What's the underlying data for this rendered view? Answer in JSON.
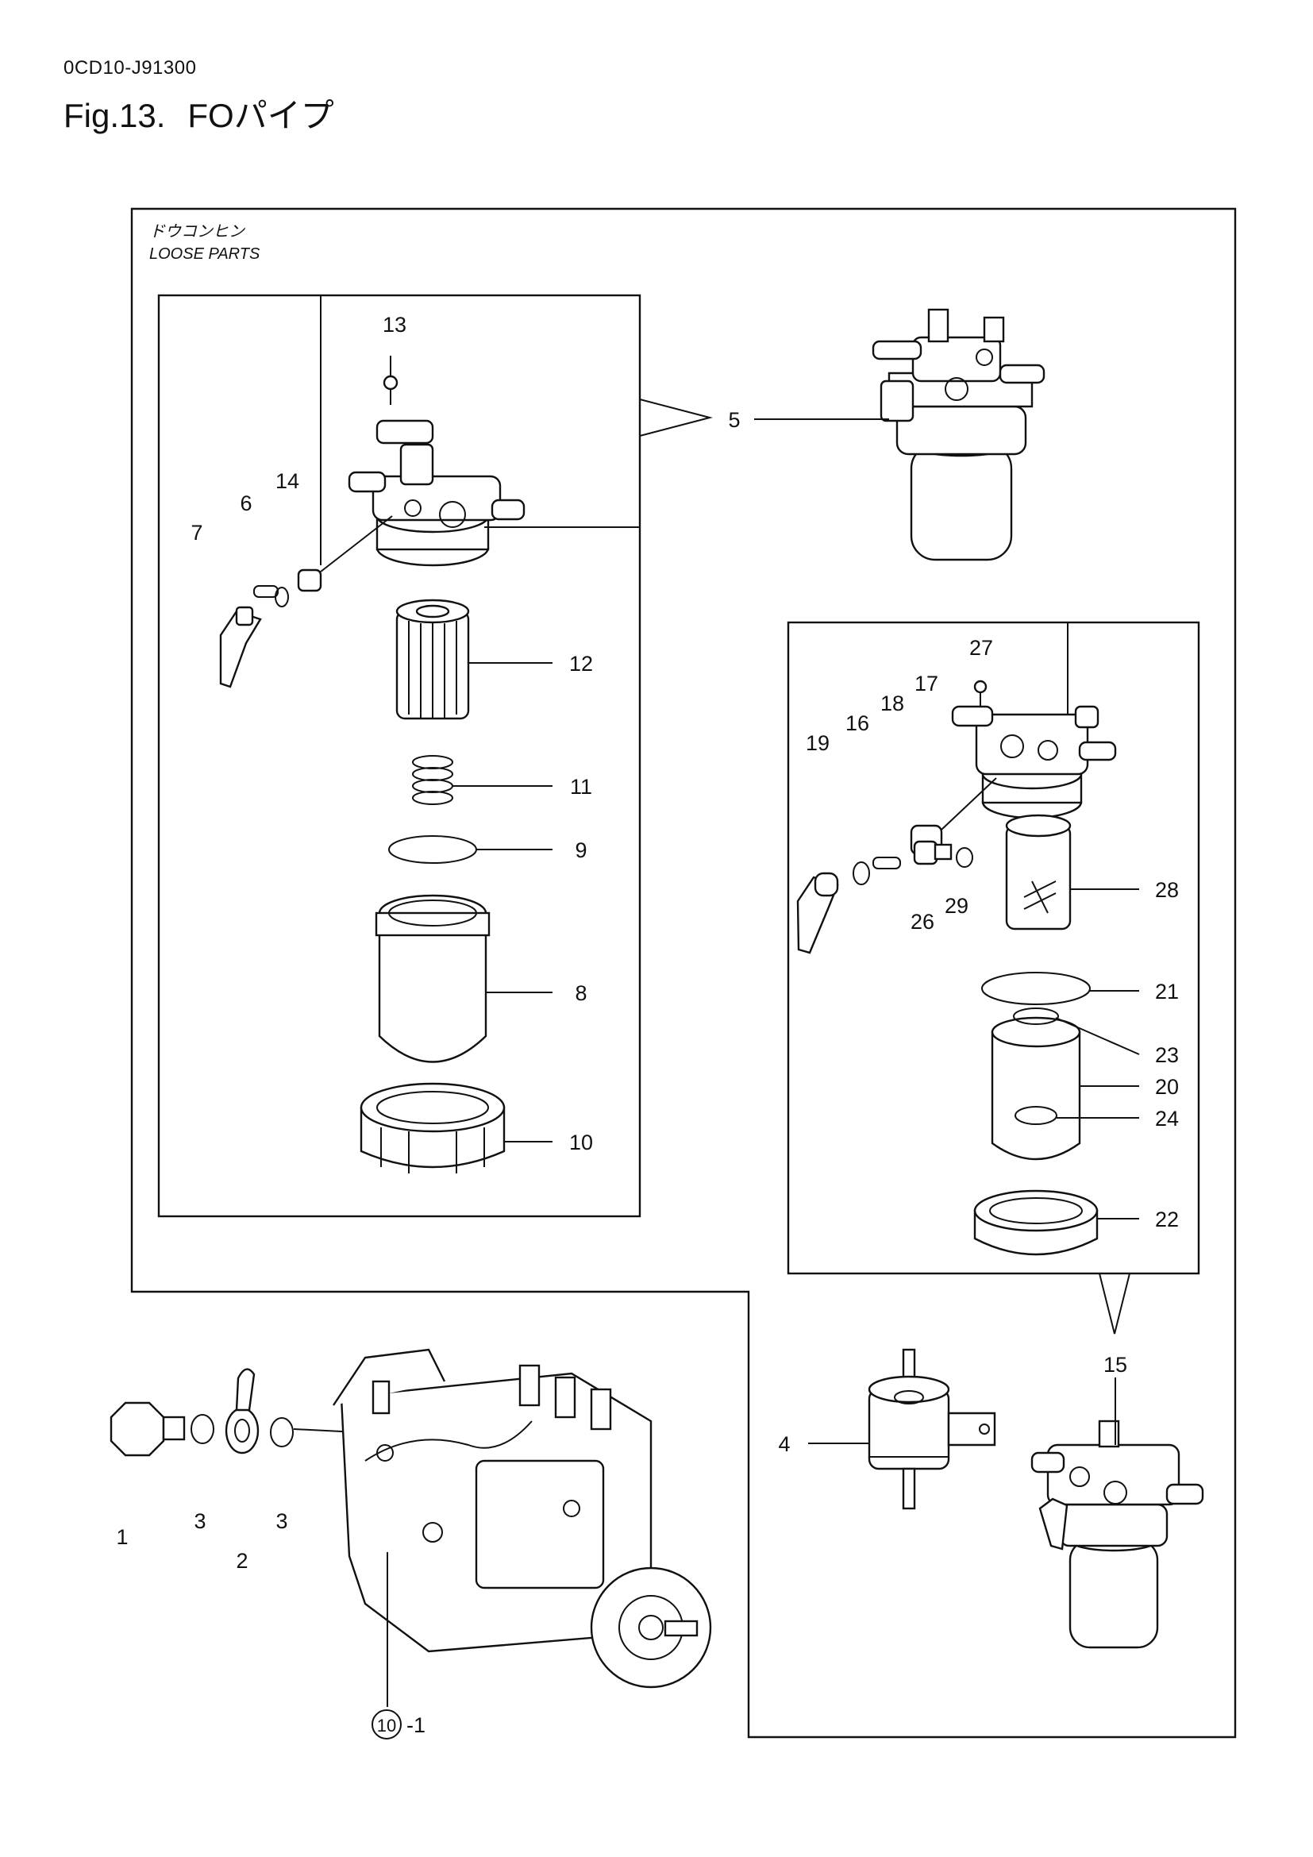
{
  "header": {
    "doc_code": "0CD10-J91300",
    "fig_number": "Fig.13.",
    "fig_title": "FOパイプ"
  },
  "loose_parts": {
    "label_jp": "ドウコンヒン",
    "label_en": "LOOSE PARTS"
  },
  "callouts": {
    "c1": "1",
    "c2": "2",
    "c3a": "3",
    "c3b": "3",
    "c4": "4",
    "c5": "5",
    "c6": "6",
    "c7": "7",
    "c8": "8",
    "c9": "9",
    "c10": "10",
    "c11": "11",
    "c12": "12",
    "c13": "13",
    "c14": "14",
    "c15": "15",
    "c16": "16",
    "c17": "17",
    "c18": "18",
    "c19": "19",
    "c20": "20",
    "c21": "21",
    "c22": "22",
    "c23": "23",
    "c24": "24",
    "c26": "26",
    "c27": "27",
    "c28": "28",
    "c29": "29",
    "ref_circle": "10",
    "ref_suffix": "-1"
  }
}
